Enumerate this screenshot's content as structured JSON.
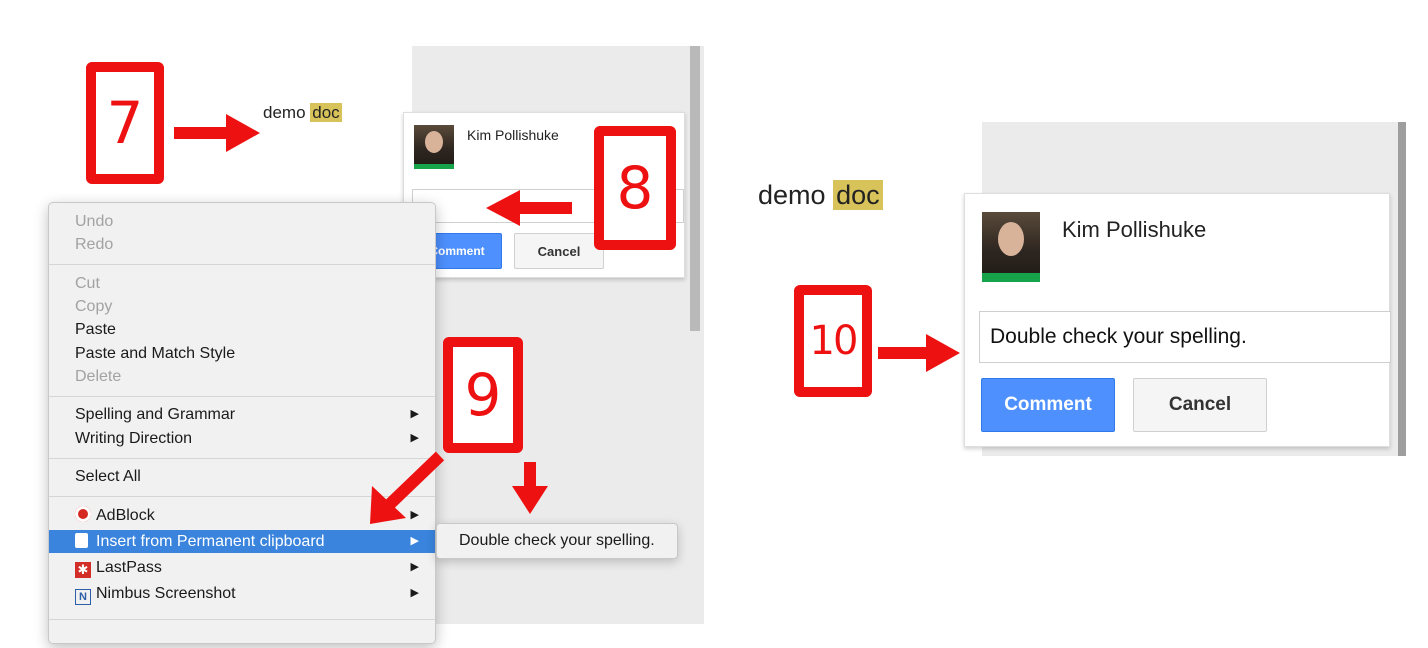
{
  "left": {
    "doc_word_plain": "demo",
    "doc_word_highlight": "doc",
    "comment": {
      "author": "Kim Pollishuke",
      "input_value": "",
      "comment_btn": "Comment",
      "cancel_btn": "Cancel"
    },
    "context_menu": {
      "items": [
        {
          "label": "Undo",
          "enabled": false
        },
        {
          "label": "Redo",
          "enabled": false
        },
        {
          "label": "Cut",
          "enabled": false
        },
        {
          "label": "Copy",
          "enabled": false
        },
        {
          "label": "Paste",
          "enabled": true
        },
        {
          "label": "Paste and Match Style",
          "enabled": true
        },
        {
          "label": "Delete",
          "enabled": false
        },
        {
          "label": "Spelling and Grammar",
          "enabled": true,
          "submenu": true
        },
        {
          "label": "Writing Direction",
          "enabled": true,
          "submenu": true
        },
        {
          "label": "Select All",
          "enabled": true
        },
        {
          "label": "AdBlock",
          "enabled": true,
          "submenu": true,
          "icon": "adblock-icon"
        },
        {
          "label": "Insert from Permanent clipboard",
          "enabled": true,
          "submenu": true,
          "icon": "clipboard-icon",
          "active": true
        },
        {
          "label": "LastPass",
          "enabled": true,
          "submenu": true,
          "icon": "lastpass-icon"
        },
        {
          "label": "Nimbus Screenshot",
          "enabled": true,
          "submenu": true,
          "icon": "nimbus-icon"
        }
      ],
      "submenu_item": "Double check your spelling."
    }
  },
  "right": {
    "doc_word_plain": "demo",
    "doc_word_highlight": "doc",
    "comment": {
      "author": "Kim Pollishuke",
      "input_value": "Double check your spelling.",
      "comment_btn": "Comment",
      "cancel_btn": "Cancel"
    }
  },
  "annotations": {
    "step7": "7",
    "step8": "8",
    "step9": "9",
    "step10": "10"
  },
  "colors": {
    "annotation_red": "#ee1111",
    "highlight": "#d8c35a",
    "menu_active": "#3a84dd",
    "primary_button": "#4d90fe"
  }
}
